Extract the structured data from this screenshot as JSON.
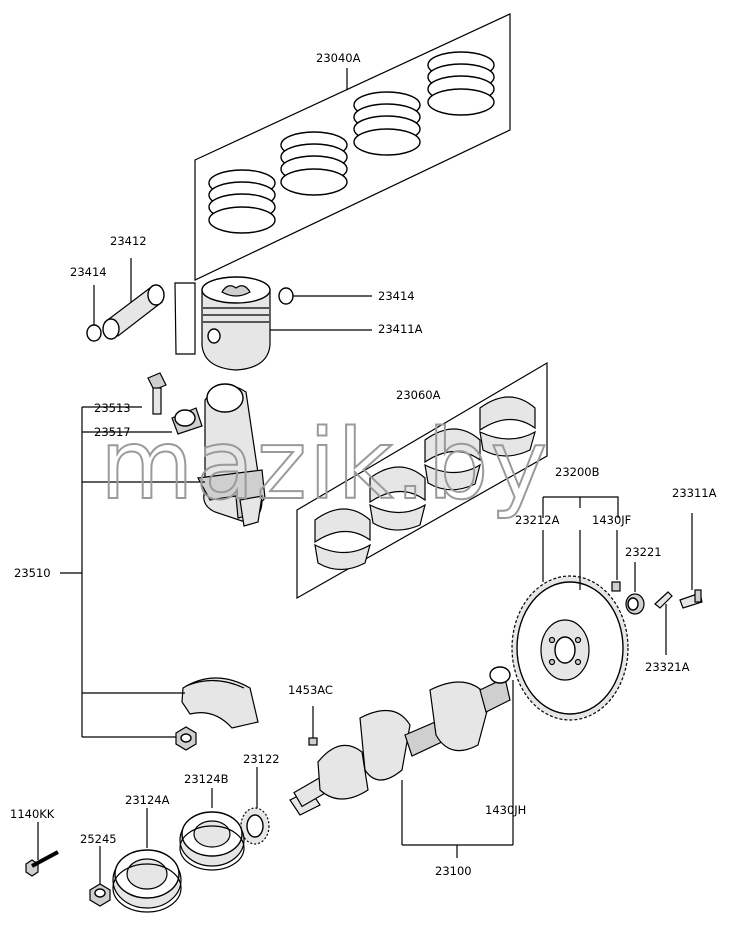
{
  "watermark": "mazik.by",
  "labels": {
    "p23040A": "23040A",
    "p23412": "23412",
    "p23414_l": "23414",
    "p23414_r": "23414",
    "p23411A": "23411A",
    "p23513": "23513",
    "p23517": "23517",
    "p23060A": "23060A",
    "p23200B": "23200B",
    "p23212A": "23212A",
    "p1430JF": "1430JF",
    "p23311A": "23311A",
    "p23221": "23221",
    "p23510": "23510",
    "p23321A": "23321A",
    "p1453AC": "1453AC",
    "p23122": "23122",
    "p23124B": "23124B",
    "p1140KK": "1140KK",
    "p23124A": "23124A",
    "p25245": "25245",
    "p1430JH": "1430JH",
    "p23100": "23100"
  }
}
